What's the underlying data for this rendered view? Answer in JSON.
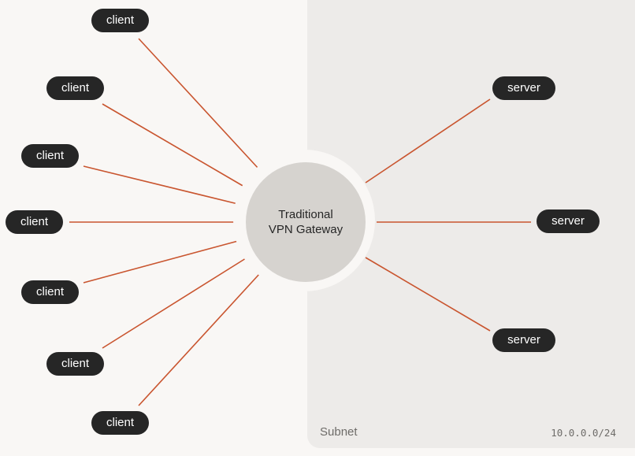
{
  "gateway": {
    "line1": "Traditional",
    "line2": "VPN Gateway"
  },
  "clients": [
    {
      "label": "client"
    },
    {
      "label": "client"
    },
    {
      "label": "client"
    },
    {
      "label": "client"
    },
    {
      "label": "client"
    },
    {
      "label": "client"
    },
    {
      "label": "client"
    }
  ],
  "servers": [
    {
      "label": "server"
    },
    {
      "label": "server"
    },
    {
      "label": "server"
    }
  ],
  "subnet": {
    "label": "Subnet",
    "cidr": "10.0.0.0/24"
  },
  "colors": {
    "link": "#c9552f",
    "node": "#262626",
    "gateway": "#d6d3cf",
    "subnet_bg": "#edebe9"
  }
}
